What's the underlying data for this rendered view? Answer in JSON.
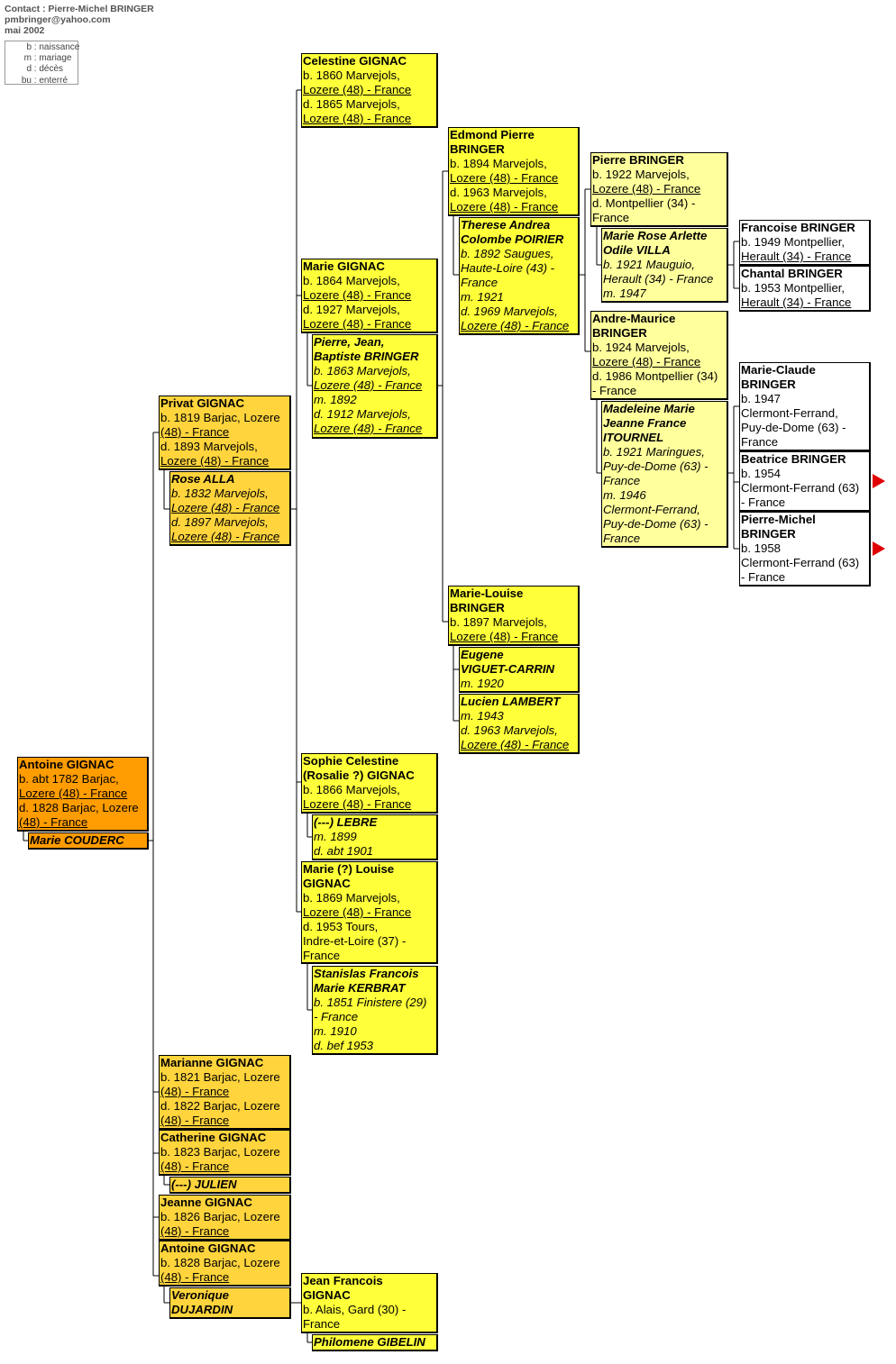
{
  "header": {
    "contact": "Contact : Pierre-Michel BRINGER",
    "email": "pmbringer@yahoo.com",
    "date": "mai 2002"
  },
  "legend": [
    {
      "key": "b",
      "label": "naissance"
    },
    {
      "key": "m",
      "label": "mariage"
    },
    {
      "key": "d",
      "label": "décès"
    },
    {
      "key": "bu",
      "label": "enterré"
    }
  ],
  "people": {
    "antoine": {
      "name": "Antoine GIGNAC",
      "lines": [
        "b. abt 1782 Barjac,",
        "Lozere (48) - France",
        "d. 1828 Barjac, Lozere",
        "(48) - France"
      ]
    },
    "marie_couderc": {
      "name": "Marie COUDERC",
      "lines": []
    },
    "privat": {
      "name": "Privat GIGNAC",
      "lines": [
        "b. 1819 Barjac, Lozere",
        "(48) - France",
        "d. 1893 Marvejols,",
        "Lozere (48) - France"
      ]
    },
    "rose": {
      "name": "Rose ALLA",
      "lines": [
        "b. 1832 Marvejols,",
        "Lozere (48) - France",
        "d. 1897 Marvejols,",
        "Lozere (48) - France"
      ]
    },
    "marianne": {
      "name": "Marianne GIGNAC",
      "lines": [
        "b. 1821 Barjac, Lozere",
        "(48) - France",
        "d. 1822 Barjac, Lozere",
        "(48) - France"
      ]
    },
    "catherine": {
      "name": "Catherine GIGNAC",
      "lines": [
        "b. 1823 Barjac, Lozere",
        "(48) - France"
      ]
    },
    "julien": {
      "name": "(---) JULIEN",
      "lines": []
    },
    "jeanne": {
      "name": "Jeanne GIGNAC",
      "lines": [
        "b. 1826 Barjac, Lozere",
        "(48) - France"
      ]
    },
    "antoine2": {
      "name": "Antoine GIGNAC",
      "lines": [
        "b. 1828 Barjac, Lozere",
        "(48) - France"
      ]
    },
    "veronique": {
      "name": "Veronique",
      "name2": "DUJARDIN",
      "lines": []
    },
    "celestine": {
      "name": "Celestine GIGNAC",
      "lines": [
        "b. 1860 Marvejols,",
        "Lozere (48) - France",
        "d. 1865 Marvejols,",
        "Lozere (48) - France"
      ]
    },
    "marie_g": {
      "name": "Marie GIGNAC",
      "lines": [
        "b. 1864 Marvejols,",
        "Lozere (48) - France",
        "d. 1927 Marvejols,",
        "Lozere (48) - France"
      ]
    },
    "pierre_jb": {
      "name": "Pierre, Jean,",
      "name2": "Baptiste BRINGER",
      "lines": [
        "b. 1863 Marvejols,",
        "Lozere (48) - France",
        "m. 1892",
        "d. 1912 Marvejols,",
        "Lozere (48) - France"
      ]
    },
    "sophie": {
      "name": "Sophie Celestine",
      "name2": "(Rosalie ?) GIGNAC",
      "lines": [
        "b. 1866 Marvejols,",
        "Lozere (48) - France"
      ]
    },
    "lebre": {
      "name": "(---) LEBRE",
      "lines": [
        "m. 1899",
        "d. abt 1901"
      ]
    },
    "marie_louise_g": {
      "name": "Marie (?) Louise",
      "name2": "GIGNAC",
      "lines": [
        "b. 1869 Marvejols,",
        "Lozere (48) - France",
        "d. 1953 Tours,",
        "Indre-et-Loire (37) -",
        "France"
      ]
    },
    "stanislas": {
      "name": "Stanislas Francois",
      "name2": "Marie KERBRAT",
      "lines": [
        "b. 1851 Finistere (29)",
        "- France",
        "m. 1910",
        "d. bef 1953"
      ]
    },
    "jean_francois": {
      "name": "Jean Francois",
      "name2": "GIGNAC",
      "lines": [
        "b.  Alais, Gard (30) -",
        "France"
      ]
    },
    "philomene": {
      "name": "Philomene GIBELIN",
      "lines": []
    },
    "edmond": {
      "name": "Edmond Pierre",
      "name2": "BRINGER",
      "lines": [
        "b. 1894 Marvejols,",
        "Lozere (48) - France",
        "d. 1963 Marvejols,",
        "Lozere (48) - France"
      ]
    },
    "therese": {
      "name": "Therese Andrea",
      "name2": "Colombe POIRIER",
      "lines": [
        "b. 1892 Saugues,",
        "Haute-Loire (43) -",
        "France",
        "m. 1921",
        "d. 1969 Marvejols,",
        "Lozere (48) - France"
      ]
    },
    "marie_louise_b": {
      "name": "Marie-Louise",
      "name2": "BRINGER",
      "lines": [
        "b. 1897 Marvejols,",
        "Lozere (48) - France"
      ]
    },
    "eugene": {
      "name": "Eugene",
      "name2": "VIGUET-CARRIN",
      "lines": [
        "m. 1920"
      ]
    },
    "lucien": {
      "name": "Lucien LAMBERT",
      "lines": [
        "m. 1943",
        "d. 1963 Marvejols,",
        "Lozere (48) - France"
      ]
    },
    "pierre_b": {
      "name": "Pierre BRINGER",
      "lines": [
        "b. 1922 Marvejols,",
        "Lozere (48) - France",
        "d.  Montpellier (34) -",
        "France"
      ]
    },
    "marie_rose": {
      "name": "Marie Rose Arlette",
      "name2": "Odile VILLA",
      "lines": [
        "b. 1921 Mauguio,",
        "Herault (34) - France",
        "m. 1947"
      ]
    },
    "andre": {
      "name": "Andre-Maurice",
      "name2": "BRINGER",
      "lines": [
        "b. 1924 Marvejols,",
        "Lozere (48) - France",
        "d. 1986 Montpellier (34)",
        "- France"
      ]
    },
    "madeleine": {
      "name": "Madeleine Marie",
      "name2": "Jeanne France",
      "name3": "ITOURNEL",
      "lines": [
        "b. 1921 Maringues,",
        "Puy-de-Dome (63) -",
        "France",
        "m. 1946",
        "Clermont-Ferrand,",
        "Puy-de-Dome (63) -",
        "France"
      ]
    },
    "francoise": {
      "name": "Francoise BRINGER",
      "lines": [
        "b. 1949 Montpellier,",
        "Herault (34) - France"
      ]
    },
    "chantal": {
      "name": "Chantal BRINGER",
      "lines": [
        "b. 1953 Montpellier,",
        "Herault (34) - France"
      ]
    },
    "marie_claude": {
      "name": "Marie-Claude",
      "name2": "BRINGER",
      "lines": [
        "b. 1947",
        "Clermont-Ferrand,",
        "Puy-de-Dome (63) -",
        "France"
      ]
    },
    "beatrice": {
      "name": "Beatrice BRINGER",
      "lines": [
        "b. 1954",
        "Clermont-Ferrand (63)",
        "- France"
      ]
    },
    "pierre_michel": {
      "name": "Pierre-Michel",
      "name2": "BRINGER",
      "lines": [
        "b. 1958",
        "Clermont-Ferrand (63)",
        "- France"
      ]
    }
  },
  "colors": {
    "generation1": "#ff9c00",
    "generation2": "#ffd43c",
    "generation3": "#ffff3a",
    "generation4": "#ffff9c",
    "generation5": "#ffffff",
    "arrow": "#e00000"
  }
}
